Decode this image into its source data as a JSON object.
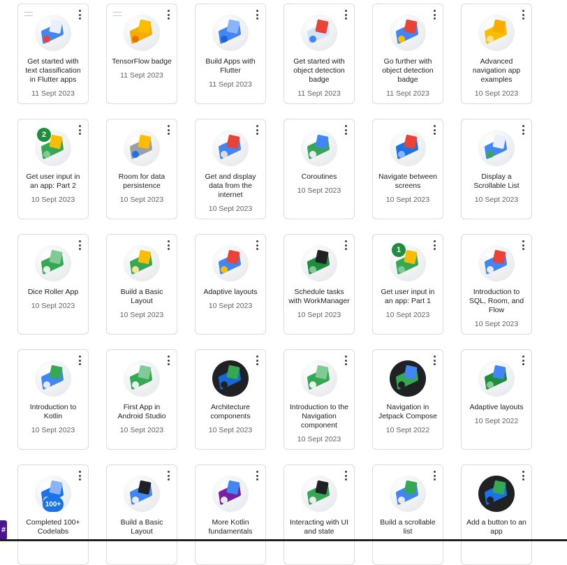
{
  "side_tab": {
    "label": "#"
  },
  "cards": [
    {
      "title": "Get started with text classification in Flutter apps",
      "date": "11 Sept 2023",
      "icon": "text-classification-icon",
      "colors": [
        "#4285f4",
        "#e8f0fe",
        "#ea4335"
      ],
      "drag": true
    },
    {
      "title": "TensorFlow badge",
      "date": "11 Sept 2023",
      "icon": "tensorflow-icon",
      "colors": [
        "#f9ab00",
        "#fbbc04",
        "#e37400"
      ],
      "drag": true
    },
    {
      "title": "Build Apps with Flutter",
      "date": "11 Sept 2023",
      "icon": "flutter-butterfly-icon",
      "colors": [
        "#4285f4",
        "#8ab4f8",
        "#1967d2"
      ]
    },
    {
      "title": "Get started with object detection badge",
      "date": "11 Sept 2023",
      "icon": "object-detection-icon",
      "colors": [
        "#d2e3fc",
        "#ea4335",
        "#4285f4"
      ]
    },
    {
      "title": "Go further with object detection badge",
      "date": "11 Sept 2023",
      "icon": "object-detection-advanced-icon",
      "colors": [
        "#4285f4",
        "#ea4335",
        "#fbbc04"
      ]
    },
    {
      "title": "Advanced navigation app examples",
      "date": "10 Sept 2023",
      "icon": "navigation-examples-icon",
      "colors": [
        "#fbbc04",
        "#f9ab00",
        "#fde293"
      ]
    },
    {
      "title": "Get user input in an app: Part 2",
      "date": "10 Sept 2023",
      "icon": "user-input-icon",
      "colors": [
        "#34a853",
        "#fbbc04",
        "#81c995"
      ],
      "num": "2"
    },
    {
      "title": "Room for data persistence",
      "date": "10 Sept 2023",
      "icon": "database-icon",
      "colors": [
        "#9aa0a6",
        "#fbbc04",
        "#1a73e8"
      ]
    },
    {
      "title": "Get and display data from the internet",
      "date": "10 Sept 2023",
      "icon": "internet-data-icon",
      "colors": [
        "#4285f4",
        "#ea4335",
        "#dadce0"
      ]
    },
    {
      "title": "Coroutines",
      "date": "10 Sept 2023",
      "icon": "coroutines-icon",
      "colors": [
        "#34a853",
        "#4285f4",
        "#e8eaed"
      ]
    },
    {
      "title": "Navigate between screens",
      "date": "10 Sept 2023",
      "icon": "navigate-screens-icon",
      "colors": [
        "#1a73e8",
        "#ea4335",
        "#8ab4f8"
      ]
    },
    {
      "title": "Display a Scrollable List",
      "date": "10 Sept 2023",
      "icon": "scrollable-list-icon",
      "colors": [
        "#4285f4",
        "#e8f0fe",
        "#34a853"
      ]
    },
    {
      "title": "Dice Roller App",
      "date": "10 Sept 2023",
      "icon": "dice-icon",
      "colors": [
        "#34a853",
        "#81c995",
        "#e6f4ea"
      ]
    },
    {
      "title": "Build a Basic Layout",
      "date": "10 Sept 2023",
      "icon": "basic-layout-icon",
      "colors": [
        "#34a853",
        "#fbbc04",
        "#fde293"
      ]
    },
    {
      "title": "Adaptive layouts",
      "date": "10 Sept 2023",
      "icon": "adaptive-layouts-icon",
      "colors": [
        "#4285f4",
        "#ea4335",
        "#fbbc04"
      ]
    },
    {
      "title": "Schedule tasks with WorkManager",
      "date": "10 Sept 2023",
      "icon": "workmanager-icon",
      "colors": [
        "#1e8e3e",
        "#202124",
        "#81c995"
      ]
    },
    {
      "title": "Get user input in an app: Part 1",
      "date": "10 Sept 2023",
      "icon": "user-input-icon",
      "colors": [
        "#34a853",
        "#fbbc04",
        "#81c995"
      ],
      "num": "1"
    },
    {
      "title": "Introduction to SQL, Room, and Flow",
      "date": "10 Sept 2023",
      "icon": "sql-room-flow-icon",
      "colors": [
        "#4285f4",
        "#ea4335",
        "#e8eaed"
      ]
    },
    {
      "title": "Introduction to Kotlin",
      "date": "10 Sept 2023",
      "icon": "kotlin-icon",
      "colors": [
        "#4285f4",
        "#34a853",
        "#e8eaed"
      ]
    },
    {
      "title": "First App in Android Studio",
      "date": "10 Sept 2023",
      "icon": "android-studio-icon",
      "colors": [
        "#34a853",
        "#81c995",
        "#e6f4ea"
      ]
    },
    {
      "title": "Architecture components",
      "date": "10 Sept 2023",
      "icon": "architecture-gears-icon",
      "colors": [
        "#1967d2",
        "#34a853",
        "#202124"
      ],
      "dark": true
    },
    {
      "title": "Introduction to the Navigation component",
      "date": "10 Sept 2023",
      "icon": "navigation-component-icon",
      "colors": [
        "#34a853",
        "#81c995",
        "#e6f4ea"
      ]
    },
    {
      "title": "Navigation in Jetpack Compose",
      "date": "10 Sept 2022",
      "icon": "compose-navigation-icon",
      "colors": [
        "#34a853",
        "#4285f4",
        "#202124"
      ],
      "dark": true
    },
    {
      "title": "Adaptive layouts",
      "date": "10 Sept 2022",
      "icon": "adaptive-devices-icon",
      "colors": [
        "#1e8e3e",
        "#4285f4",
        "#81c995"
      ]
    },
    {
      "title": "Completed 100+ Codelabs",
      "date": "",
      "icon": "codelabs-100-icon",
      "colors": [
        "#1a73e8",
        "#8ab4f8",
        "#d2e3fc"
      ],
      "num": "100+",
      "bignum": true
    },
    {
      "title": "Build a Basic Layout",
      "date": "",
      "icon": "basic-layout-android-icon",
      "colors": [
        "#4285f4",
        "#202124",
        "#e8eaed"
      ]
    },
    {
      "title": "More Kotlin fundamentals",
      "date": "",
      "icon": "kotlin-fundamentals-icon",
      "colors": [
        "#7b1fa2",
        "#4285f4",
        "#e8eaed"
      ]
    },
    {
      "title": "Interacting with UI and state",
      "date": "",
      "icon": "ui-state-icon",
      "colors": [
        "#34a853",
        "#202124",
        "#e8eaed"
      ]
    },
    {
      "title": "Build a scrollable list",
      "date": "",
      "icon": "scrollable-list-android-icon",
      "colors": [
        "#4285f4",
        "#34a853",
        "#e8eaed"
      ]
    },
    {
      "title": "Add a button to an app",
      "date": "",
      "icon": "add-button-icon",
      "colors": [
        "#1a73e8",
        "#34a853",
        "#202124"
      ],
      "dark": true
    }
  ]
}
